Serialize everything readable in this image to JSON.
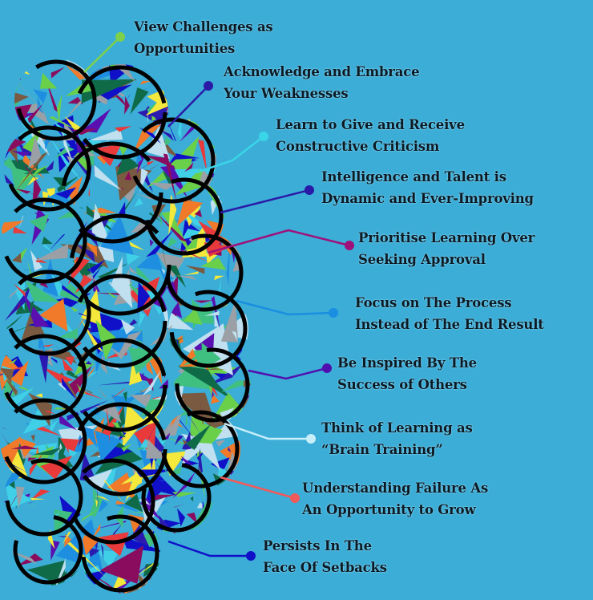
{
  "background_color": "#3badd7",
  "items": [
    {
      "line1": "View Challenges as",
      "line2": "Opportunities",
      "color": "#7dd04a"
    },
    {
      "line1": "Acknowledge and Embrace",
      "line2": "Your Weaknesses",
      "color": "#2a1aa8"
    },
    {
      "line1": "Learn to Give and Receive",
      "line2": "Constructive Criticism",
      "color": "#3ad5e8"
    },
    {
      "line1": "Intelligence and Talent is",
      "line2": "Dynamic and Ever-Improving",
      "color": "#2a1aa8"
    },
    {
      "line1": "Prioritise Learning Over",
      "line2": "Seeking Approval",
      "color": "#a0107a"
    },
    {
      "line1": "Focus on The Process",
      "line2": "Instead of The End Result",
      "color": "#1a8ee0"
    },
    {
      "line1": "Be Inspired By The",
      "line2": "Success of Others",
      "color": "#5010b0"
    },
    {
      "line1": "Think of Learning as",
      "line2": "“Brain Training”",
      "color": "#c8eefa"
    },
    {
      "line1": "Understanding Failure As",
      "line2": "An Opportunity to Grow",
      "color": "#f05a5a"
    },
    {
      "line1": "Persists In The",
      "line2": "Face Of Setbacks",
      "color": "#1010c8"
    }
  ]
}
